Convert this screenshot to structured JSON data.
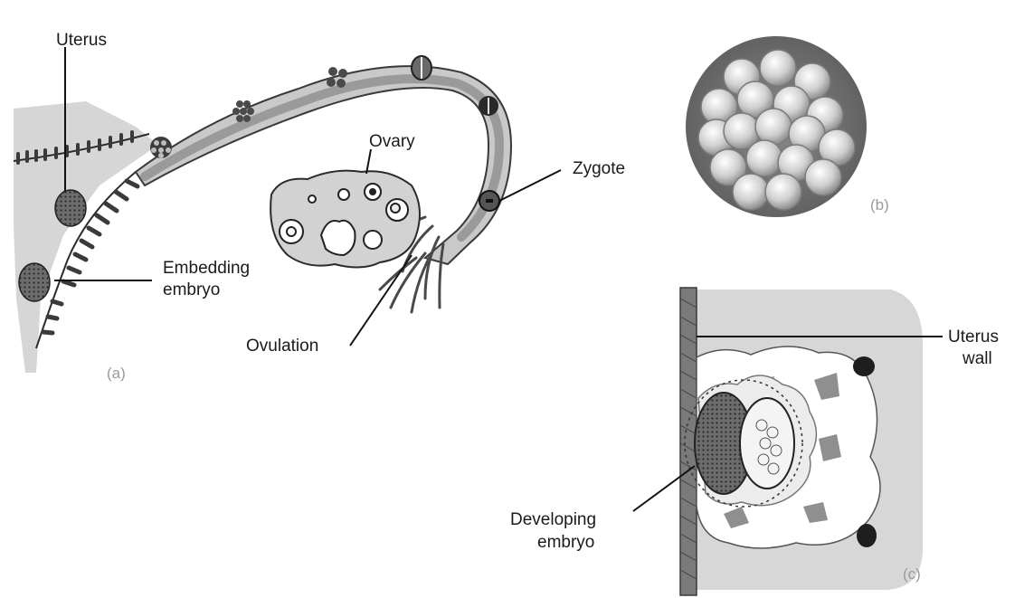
{
  "labels": {
    "uterus": "Uterus",
    "ovary": "Ovary",
    "zygote": "Zygote",
    "embedding_line1": "Embedding",
    "embedding_line2": "embryo",
    "ovulation": "Ovulation",
    "uterus_wall_line1": "Uterus",
    "uterus_wall_line2": "wall",
    "developing_line1": "Developing",
    "developing_line2": "embryo"
  },
  "panels": {
    "a": "(a)",
    "b": "(b)",
    "c": "(c)"
  }
}
